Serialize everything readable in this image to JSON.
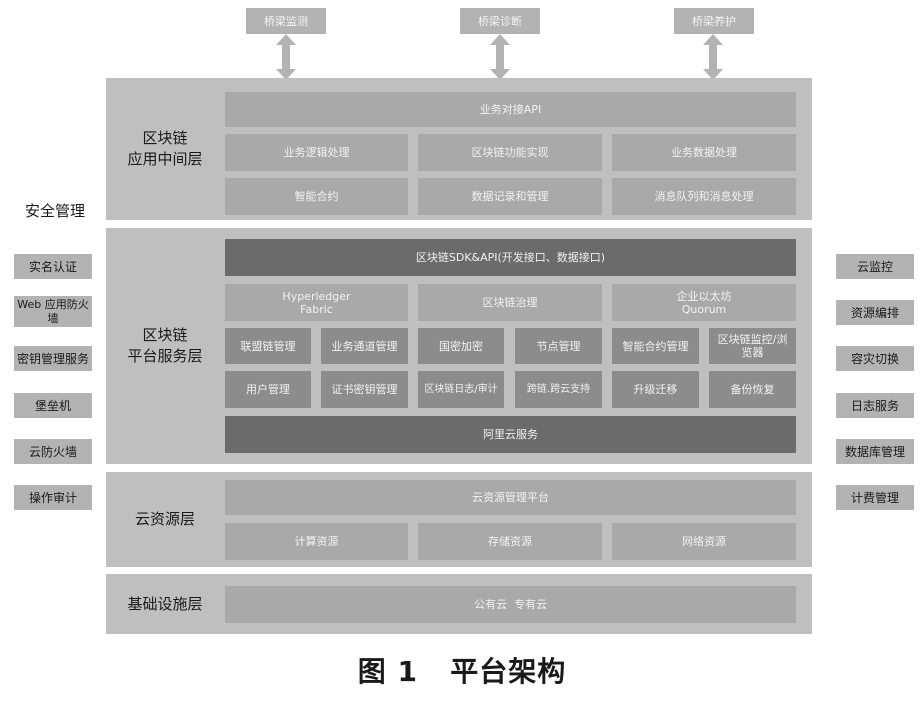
{
  "top_services": [
    "桥梁监测",
    "桥梁诊断",
    "桥梁养护"
  ],
  "left_title": "安全管理",
  "left_items": [
    "实名认证",
    "Web 应用防火墙",
    "密钥管理服务",
    "堡垒机",
    "云防火墙",
    "操作审计"
  ],
  "right_items": [
    "云监控",
    "资源编排",
    "容灾切换",
    "日志服务",
    "数据库管理",
    "计费管理"
  ],
  "middleware": {
    "label_line1": "区块链",
    "label_line2": "应用中间层",
    "api": "业务对接API",
    "row1": [
      "业务逻辑处理",
      "区块链功能实现",
      "业务数据处理"
    ],
    "row2": [
      "智能合约",
      "数据记录和管理",
      "消息队列和消息处理"
    ]
  },
  "platform": {
    "label_line1": "区块链",
    "label_line2": "平台服务层",
    "sdk": "区块链SDK&API(开发接口、数据接口)",
    "frameworks": [
      {
        "line1": "Hyperledger",
        "line2": "Fabric"
      },
      {
        "line1": "区块链治理",
        "line2": ""
      },
      {
        "line1": "企业以太坊",
        "line2": "Quorum"
      }
    ],
    "row1": [
      "联盟链管理",
      "业务通道管理",
      "国密加密",
      "节点管理",
      "智能合约管理",
      "区块链监控/浏览器"
    ],
    "row2": [
      "用户管理",
      "证书密钥管理",
      "区块链日志/审计",
      "跨链.跨云支持",
      "升级迁移",
      "备份恢复"
    ],
    "cloud_service": "阿里云服务"
  },
  "cloud": {
    "label": "云资源层",
    "platform": "云资源管理平台",
    "resources": [
      "计算资源",
      "存储资源",
      "网络资源"
    ]
  },
  "infra": {
    "label": "基础设施层",
    "content": "公有云  专有云"
  },
  "caption": "图 1   平台架构"
}
